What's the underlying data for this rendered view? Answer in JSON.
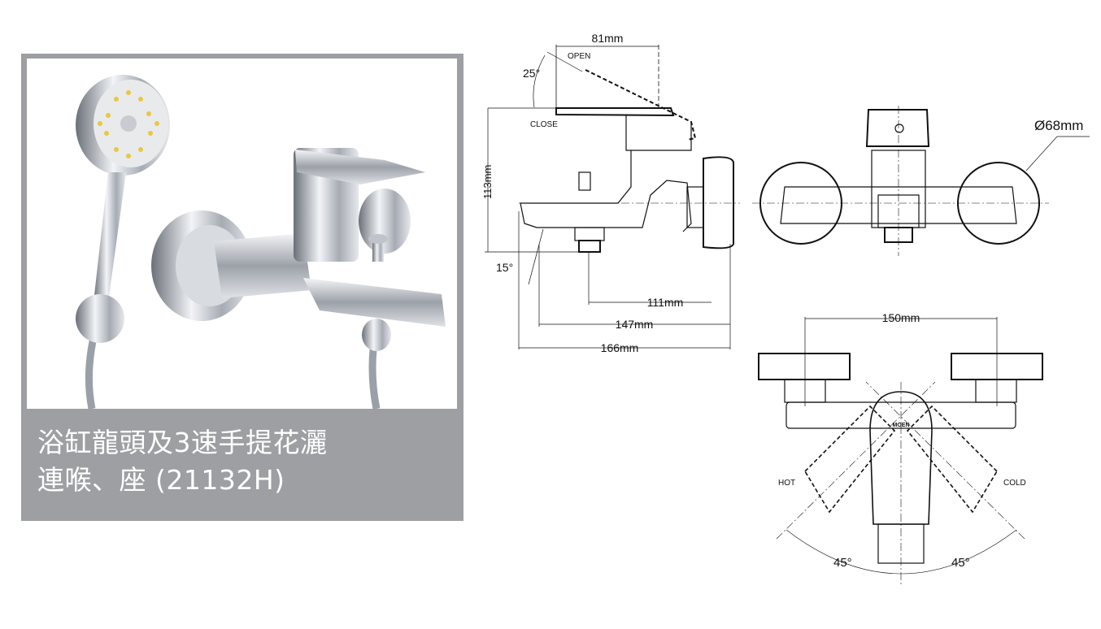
{
  "product": {
    "caption_line1": "浴缸龍頭及3速手提花灑",
    "caption_line2": "連喉、座 (21132H)"
  },
  "side_view": {
    "width_lever": "81mm",
    "open_label": "OPEN",
    "close_label": "CLOSE",
    "lever_angle": "25°",
    "height": "113mm",
    "spout_angle": "15°",
    "dim_111": "111mm",
    "dim_147": "147mm",
    "dim_166": "166mm"
  },
  "front_view": {
    "flange_diameter": "Ø68mm"
  },
  "top_view": {
    "centers": "150mm",
    "hot_label": "HOT",
    "cold_label": "COLD",
    "hot_angle": "45°",
    "cold_angle": "45°",
    "brand_mark": "MOEN"
  },
  "colors": {
    "panel": "#9e9fa3",
    "shower_dots": "#e8c840",
    "chrome": "#b8bcc4"
  }
}
